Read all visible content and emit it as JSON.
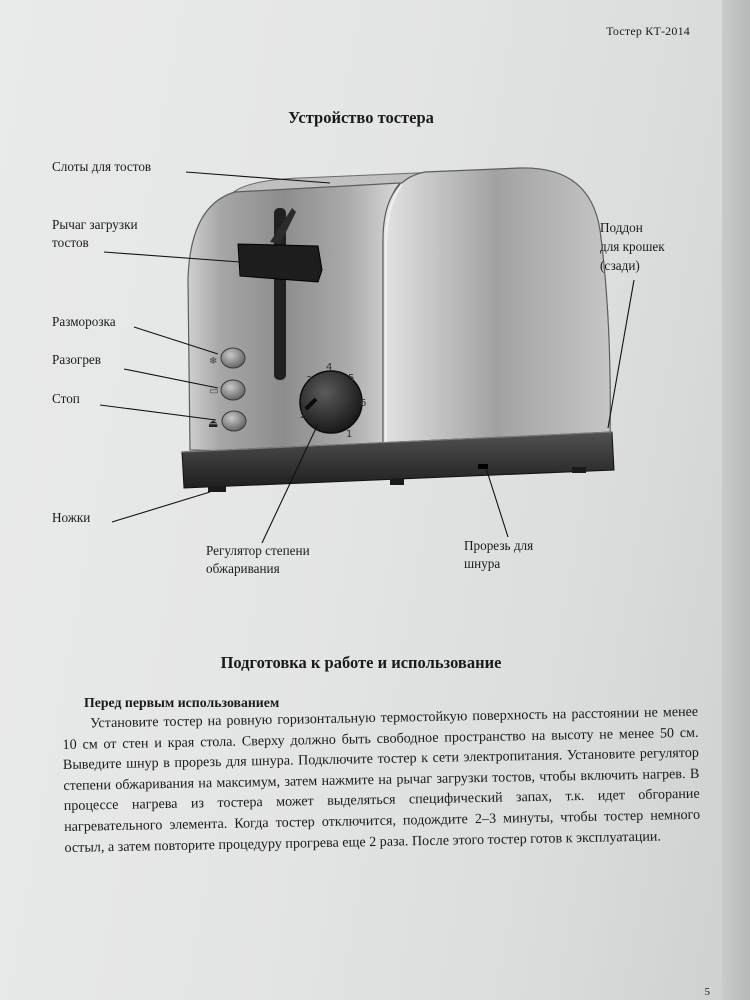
{
  "header": {
    "model": "Тостер КТ-2014"
  },
  "section1": {
    "title": "Устройство тостера"
  },
  "labels": {
    "slots": "Слоты для тостов",
    "lever_line1": "Рычаг загрузки",
    "lever_line2": "тостов",
    "defrost": "Разморозка",
    "reheat": "Разогрев",
    "stop": "Стоп",
    "feet": "Ножки",
    "regulator_line1": "Регулятор степени",
    "regulator_line2": "обжаривания",
    "cord_line1": "Прорезь для",
    "cord_line2": "шнура",
    "tray_line1": "Поддон",
    "tray_line2": "для крошек",
    "tray_line3": "(сзади)"
  },
  "dial": {
    "marks": [
      "1",
      "2",
      "3",
      "4",
      "5",
      "6"
    ]
  },
  "section2": {
    "title": "Подготовка к работе и использование",
    "subtitle": "Перед первым использованием",
    "paragraph": "Установите тостер на ровную горизонтальную термостойкую поверхность на расстоянии не менее 10 см от стен и края стола. Сверху должно быть свободное пространство на высоту не менее 50 см. Выведите шнур в прорезь для шнура. Подключите тостер к сети электропитания. Установите регулятор степени обжаривания на максимум, затем нажмите на рычаг загрузки тостов, чтобы включить нагрев. В процессе нагрева из тостера может выделяться специфический запах, т.к. идет обгорание нагревательного элемента. Когда тостер отключится, подождите 2–3 минуты, чтобы тостер немного остыл, а затем повторите процедуру прогрева еще 2 раза. После этого тостер готов к эксплуатации."
  },
  "footer": {
    "page_number": "5"
  }
}
